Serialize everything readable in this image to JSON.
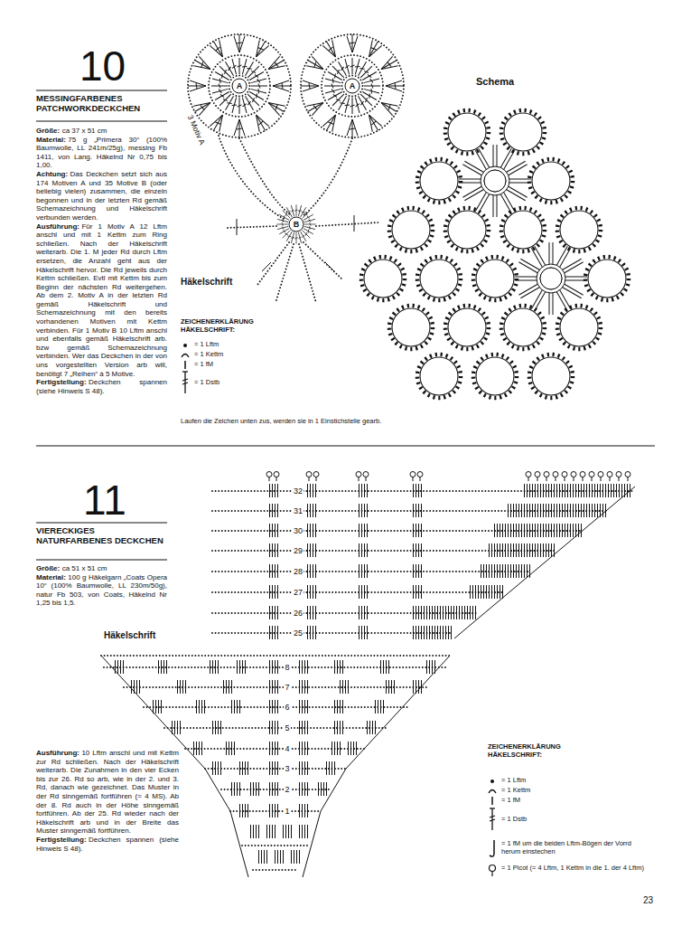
{
  "diagram": {
    "labels": [
      "10",
      "MESSINGFARBENES PATCHWORKDECKCHEN",
      "Größe:",
      "ca 37 x 51 cm",
      "Material:",
      "75 g „Primera 30“ (100% Baumwolle, LL 241m/25g), messing Fb 1411, von Lang. Häkelnd Nr 0,75 bis 1,00.",
      "Achtung:",
      "Das Deckchen setzt sich aus 174 Motiven A und 35 Motive B (oder beliebig vielen) zusammen, die einzeln begonnen und in der letzten Rd gemäß Schemazeichnung und Häkelschrift verbunden werden.",
      "Ausführung:",
      "Für 1 Motiv A 12 Lftm anschl und mit 1 Kettm zum Ring schließen. Nach der Häkelschrift weiterarb. Die 1. M jeder Rd durch Lftm ersetzen, die Anzahl geht aus der Häkelschrift hervor. Die Rd jeweils durch Kettm schließen. Evtl mit Kettm bis zum Beginn der nächsten Rd weitergehen. Ab dem 2. Motiv A in der letzten Rd gemäß Häkelschrift und Schemazeichnung mit den bereits vorhandenen Motiven mit Kettm verbinden. Für 1 Motiv B 10 Lftm anschl und ebenfalls gemäß Häkelschrift arb. bzw gemäß Schemazeichnung verbinden. Wer das Deckchen in der von uns vorgestellten Version arb will, benötigt 7 „Reihen“ à 5 Motive.",
      "Fertigstellung:",
      "Deckchen spannen (siehe Hinweis S 48).",
      "A",
      "A",
      "B",
      "3 Motiv A",
      "Häkelschrift",
      "Schema",
      "ZEICHENERKLÄRUNG HÄKELSCHRIFT:",
      "Laufen die Zeichen unten zus, werden sie in 1 Einstichstelle gearb.",
      "11",
      "VIERECKIGES NATURFARBENES DECKCHEN",
      "Größe:",
      "ca 51 x 51 cm",
      "Material:",
      "100 g Häkelgarn „Coats Opera 10“ (100% Baumwolle, LL 230m/50g), natur Fb 503, von Coats, Häkelnd Nr 1,25 bis 1,5.",
      "Häkelschrift",
      "Ausführung:",
      "10 Lftm anschl und mit Kettm zur Rd schließen. Nach der Häkelschrift weiterarb. Die Zunahmen in den vier Ecken bis zur 26. Rd so arb, wie in der 2. und 3. Rd, danach wie gezeichnet. Das Muster in der Rd sinngemäß fortführen (= 4 MS). Ab der 8. Rd auch in der Höhe sinngemäß fortführen. Ab der 25. Rd wieder nach der Häkelschrift arb und in der Breite das Muster sinngemäß fortführen.",
      "Fertigstellung:",
      "Deckchen spannen (siehe Hinweis S 48).",
      "ZEICHENERKLÄRUNG HÄKELSCHRIFT:",
      "1",
      "2",
      "3",
      "4",
      "5",
      "6",
      "7",
      "8",
      "25",
      "26",
      "27",
      "28",
      "29",
      "30",
      "31",
      "32",
      "23"
    ],
    "legend": [
      {
        "text": "= 1 Lftm"
      },
      {
        "text": "= 1 Kettm"
      },
      {
        "text": "= 1 fM"
      },
      {
        "text": "= 1 Dstb"
      },
      {
        "text": "= 1 Lftm"
      },
      {
        "text": "= 1 Kettm"
      },
      {
        "text": "= 1 fM"
      },
      {
        "text": "= 1 Dstb"
      },
      {
        "text": "= 1 fM um die beiden Lftm-Bögen der Vorrd herum einstechen"
      },
      {
        "text": "= 1 Picot (= 4 Lftm, 1 Kettm in die 1. der 4 Lftm)"
      }
    ]
  }
}
